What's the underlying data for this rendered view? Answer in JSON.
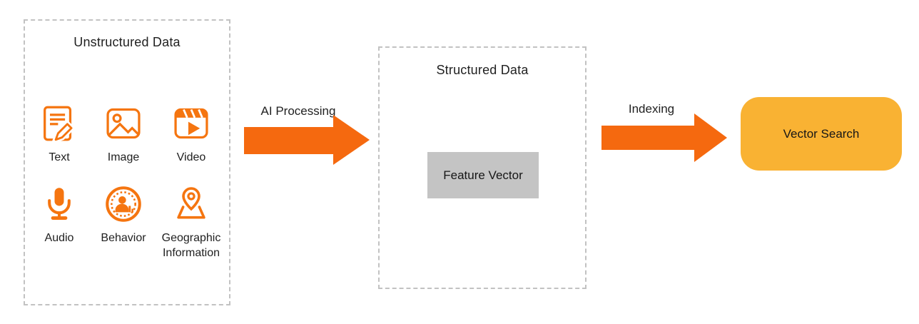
{
  "unstructured": {
    "title": "Unstructured Data",
    "items": [
      {
        "label": "Text",
        "icon": "document-edit-icon"
      },
      {
        "label": "Image",
        "icon": "image-icon"
      },
      {
        "label": "Video",
        "icon": "video-clapper-icon"
      },
      {
        "label": "Audio",
        "icon": "microphone-icon"
      },
      {
        "label": "Behavior",
        "icon": "behavior-user-icon"
      },
      {
        "label": "Geographic Information",
        "icon": "map-pin-icon"
      }
    ]
  },
  "arrows": [
    {
      "label": "AI Processing"
    },
    {
      "label": "Indexing"
    }
  ],
  "structured": {
    "title": "Structured Data",
    "feature_vector_label": "Feature Vector"
  },
  "vector_search": {
    "label": "Vector Search"
  },
  "colors": {
    "accent_orange": "#F5690F",
    "icon_orange": "#F57510",
    "vector_search_yellow": "#F9B233",
    "feature_vector_gray": "#C4C4C4",
    "dashed_border_gray": "#C2C2C2",
    "text_black": "#212121"
  }
}
